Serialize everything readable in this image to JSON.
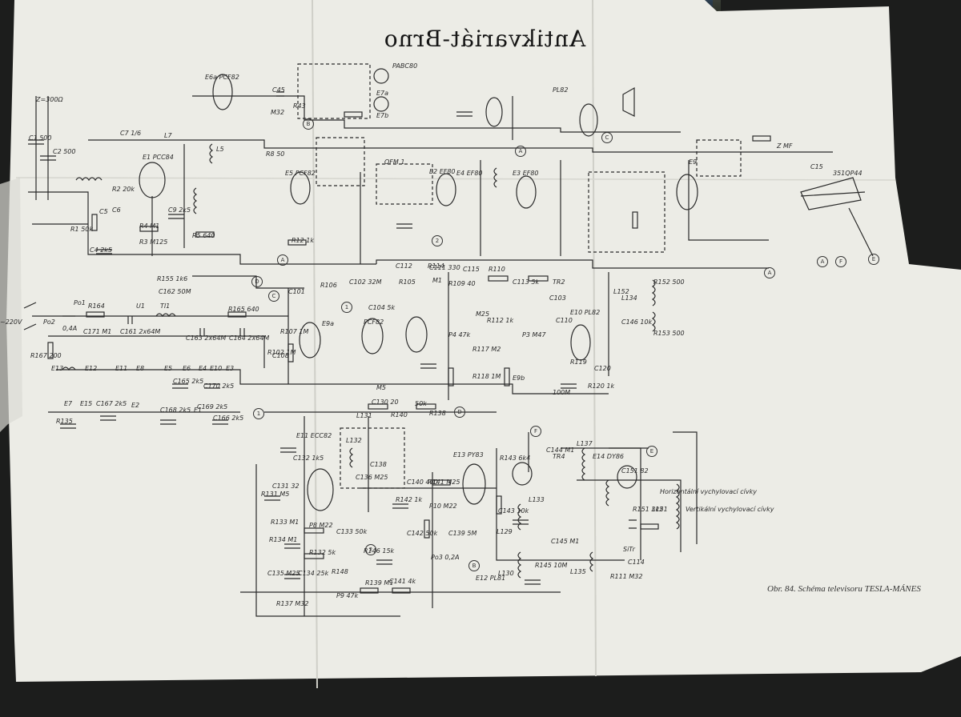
{
  "stamp": {
    "text": "Antikvariát-Brno",
    "mirrored": true
  },
  "caption": {
    "text": "Obr. 84. Schéma televisoru TESLA-MÁNES"
  },
  "colors": {
    "paper": "#ecece6",
    "ink": "#2a2a2a",
    "background": "#1c1d1c"
  },
  "schematic": {
    "labels": [
      "Z=300Ω",
      "C1 500",
      "C2 500",
      "C7 1/6",
      "L7",
      "E1 PCC84",
      "C5",
      "C6",
      "C9 2k5",
      "R2 20k",
      "R4 M1",
      "R3 M125",
      "R1 50k",
      "C4 2k5",
      "E6a PCF82",
      "C45",
      "R43",
      "M32",
      "PABC80",
      "E7a",
      "E7b",
      "E5 PCF82",
      "E2 EF80",
      "E3 EF80",
      "E4 EF80",
      "L5",
      "R8 50",
      "R5 640",
      "OFM 1",
      "R12 1k",
      "PL82",
      "E9",
      "Z MF",
      "C15",
      "351QP44",
      "R155 1k6",
      "C162 50M",
      "Po1",
      "R164",
      "U1",
      "Tl1",
      "R165 640",
      "~220V",
      "R167 200",
      "C171 M1",
      "C163 2x64M",
      "C164 2x64M",
      "C161 2x64M",
      "R102 1M",
      "Po2",
      "0,4A",
      "E13",
      "E12",
      "E11",
      "E8",
      "E5",
      "E6",
      "E4",
      "E10",
      "E3",
      "C165 2k5",
      "C170 2k5",
      "E7",
      "E15",
      "C167 2k5",
      "E2",
      "C168 2k5",
      "E1",
      "C169 2k5",
      "C166 2k5",
      "R135",
      "C130 20",
      "M5",
      "R140",
      "50k",
      "R138",
      "L131",
      "L132",
      "C138",
      "C136 M25",
      "E11 ECC82",
      "C132 1k5",
      "C131 32",
      "R131 M5",
      "R133 M1",
      "P8 M22",
      "C133 50k",
      "R134 M1",
      "R132 5k",
      "C134 25k",
      "C135 M25",
      "R137 M32",
      "R148",
      "P9 47k",
      "R139 M1",
      "C141 4k",
      "C140 490",
      "R142 1k",
      "R141 M25",
      "P10 M22",
      "C142 50k",
      "C139 5M",
      "R146 15k",
      "Po3 0,2A",
      "E12 PL81",
      "E13 PY83",
      "R143 6k4",
      "C143 10k",
      "L129",
      "L133",
      "L130",
      "C144 M1",
      "C145 M1",
      "R145 10M",
      "L135",
      "TR4",
      "L137",
      "E14 DY86",
      "C151 82",
      "R151 3k2",
      "L151",
      "Horizontální vychylovací cívky",
      "Vertikální vychylovací cívky",
      "L152",
      "R152 500",
      "R153 500",
      "C146 10k",
      "L134",
      "SiTr",
      "C114",
      "R111 M32",
      "C115",
      "R110",
      "C113 5k",
      "R109 40",
      "C111 330",
      "C112",
      "R114",
      "M1",
      "TR2",
      "C103",
      "M25",
      "R112 1k",
      "P3 M47",
      "P4 47k",
      "R117 M2",
      "R118 1M",
      "E9b",
      "E9a",
      "PCF82",
      "C104 5k",
      "R105",
      "R106",
      "C102 32M",
      "R107 1M",
      "C108",
      "C110",
      "E10 PL82",
      "C101",
      "100M",
      "R120 1k",
      "R119",
      "C120"
    ],
    "node_markers": [
      "A",
      "B",
      "C",
      "D",
      "E",
      "F",
      "1",
      "2"
    ]
  }
}
